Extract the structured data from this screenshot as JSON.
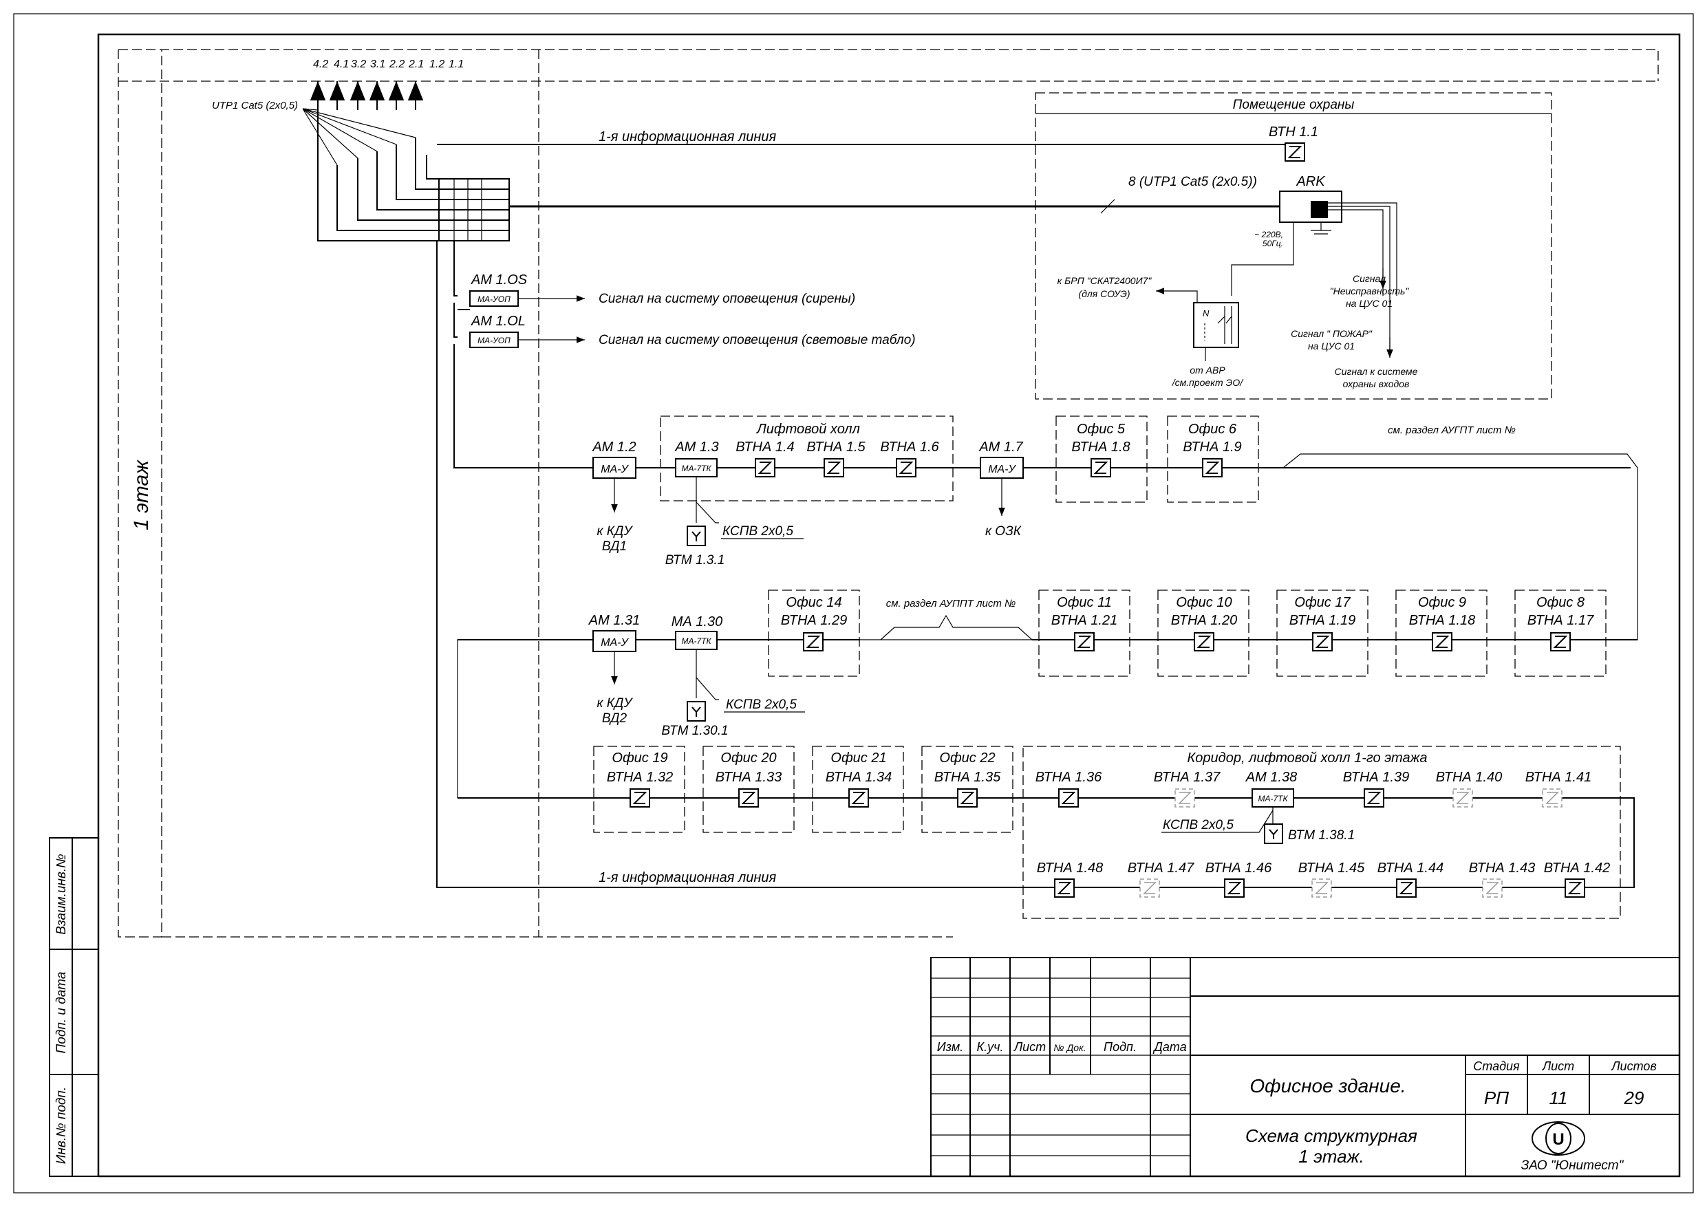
{
  "floor_label": "1 этаж",
  "cable_numbers": [
    "4.2",
    "4.1",
    "3.2",
    "3.1",
    "2.2",
    "2.1",
    "1.2",
    "1.1"
  ],
  "cable_type": "UTP1 Cat5 (2x0,5)",
  "info_line_top": "1-я информационная линия",
  "info_line_bottom": "1-я информационная линия",
  "trunk_cable": "8 (UTP1 Cat5 (2x0.5))",
  "guard_room": {
    "title": "Помещение охраны",
    "vth": "ВТН 1.1",
    "ark": "ARK",
    "power": [
      "~ 220В,",
      "50Гц."
    ],
    "brp": [
      "к БРП \"СКАТ2400И7\"",
      "(для СОУЭ)"
    ],
    "avr": [
      "от АВР",
      "/см.проект ЭО/"
    ],
    "switch_label": "N",
    "signal_fault": [
      "Сигнал",
      "\"Неисправность\"",
      "на ЦУС 01"
    ],
    "signal_fire": [
      "Сигнал \" ПОЖАР\"",
      "на ЦУС 01"
    ],
    "signal_entry": [
      "Сигнал к системе",
      "охраны входов"
    ]
  },
  "modules": {
    "am_1_os": "АМ 1.OS",
    "am_1_ol": "АМ 1.OL",
    "ma_uop": "МА-УОП",
    "signal_sirens": "Сигнал на систему оповещения (сирены)",
    "signal_boards": "Сигнал на систему оповещения (световые табло)",
    "ma_u": "МА-У",
    "ma_7tk": "МА-7ТК"
  },
  "row1": {
    "am_1_2": "АМ 1.2",
    "to_kdu1": [
      "к КДУ",
      "ВД1"
    ],
    "lift_hall": "Лифтовой холл",
    "am_1_3": "АМ 1.3",
    "vtna_1_4": "ВТНА 1.4",
    "vtna_1_5": "ВТНА 1.5",
    "vtna_1_6": "ВТНА 1.6",
    "kspv_1": "КСПВ 2х0,5",
    "vtm_1_3_1": "ВТМ 1.3.1",
    "am_1_7": "АМ 1.7",
    "to_ozk": "к ОЗК",
    "office_5": "Офис 5",
    "vtna_1_8": "ВТНА 1.8",
    "office_6": "Офис 6",
    "vtna_1_9": "ВТНА 1.9",
    "see_section": "см. раздел  АУГПТ лист №"
  },
  "row2": {
    "am_1_31": "АМ 1.31",
    "to_kdu2": [
      "к КДУ",
      "ВД2"
    ],
    "ma_1_30": "МА 1.30",
    "kspv_2": "КСПВ 2х0,5",
    "vtm_1_30_1": "ВТМ 1.30.1",
    "office_14": "Офис 14",
    "vtna_1_29": "ВТНА 1.29",
    "see_section": "см. раздел  АУППТ лист №",
    "offices": [
      {
        "name": "Офис 11",
        "dev": "ВТНА 1.21"
      },
      {
        "name": "Офис 10",
        "dev": "ВТНА 1.20"
      },
      {
        "name": "Офис 17",
        "dev": "ВТНА 1.19"
      },
      {
        "name": "Офис 9",
        "dev": "ВТНА 1.18"
      },
      {
        "name": "Офис 8",
        "dev": "ВТНА 1.17"
      }
    ]
  },
  "row3": {
    "offices": [
      {
        "name": "Офис 19",
        "dev": "ВТНА 1.32"
      },
      {
        "name": "Офис 20",
        "dev": "ВТНА 1.33"
      },
      {
        "name": "Офис 21",
        "dev": "ВТНА 1.34"
      },
      {
        "name": "Офис 22",
        "dev": "ВТНА 1.35"
      }
    ],
    "corridor": "Коридор, лифтовой холл 1-го этажа",
    "vtna_1_36": "ВТНА 1.36",
    "vtna_1_37": "ВТНА 1.37",
    "am_1_38": "АМ 1.38",
    "vtna_1_39": "ВТНА 1.39",
    "vtna_1_40": "ВТНА 1.40",
    "vtna_1_41": "ВТНА 1.41",
    "kspv_3": "КСПВ 2х0,5",
    "vtm_1_38_1": "ВТМ 1.38.1"
  },
  "row4": [
    "ВТНА 1.48",
    "ВТНА 1.47",
    "ВТНА 1.46",
    "ВТНА 1.45",
    "ВТНА 1.44",
    "ВТНА 1.43",
    "ВТНА 1.42"
  ],
  "left_margin": [
    "Взаим.инв.№",
    "Подп. и дата",
    "Инв.№ подп."
  ],
  "title_block": {
    "cols": [
      "Изм.",
      "К.уч.",
      "Лист",
      "№ Док.",
      "Подп.",
      "Дата"
    ],
    "stage_label": "Стадия",
    "sheet_label": "Лист",
    "sheets_label": "Листов",
    "stage": "РП",
    "sheet": "11",
    "sheets": "29",
    "object": "Офисное здание.",
    "drawing_title": [
      "Схема структурная",
      "1 этаж."
    ],
    "company": "ЗАО \"Юнитест\"",
    "logo_letter": "U"
  }
}
